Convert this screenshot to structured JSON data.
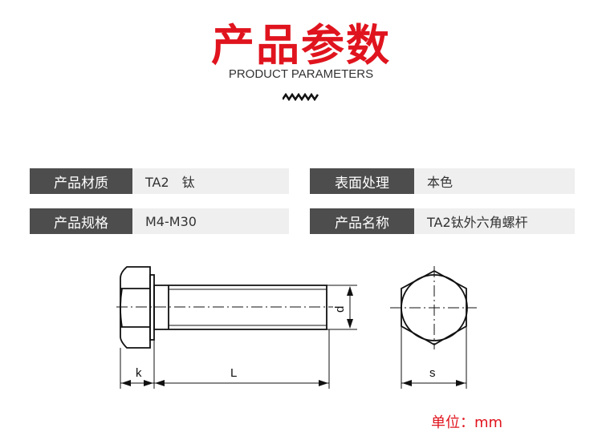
{
  "header": {
    "title": "产品参数",
    "subtitle": "PRODUCT PARAMETERS"
  },
  "params": [
    {
      "label": "产品材质",
      "value": "TA2　钛"
    },
    {
      "label": "表面处理",
      "value": "本色"
    },
    {
      "label": "产品规格",
      "value": "M4-M30"
    },
    {
      "label": "产品名称",
      "value": "TA2钛外六角螺杆"
    }
  ],
  "diagram": {
    "k": "k",
    "L": "L",
    "d": "d",
    "s": "s"
  },
  "unit": "单位：mm",
  "colors": {
    "accent": "#e0141e",
    "label_bg": "#4d4d4d",
    "value_bg": "#efefef"
  }
}
